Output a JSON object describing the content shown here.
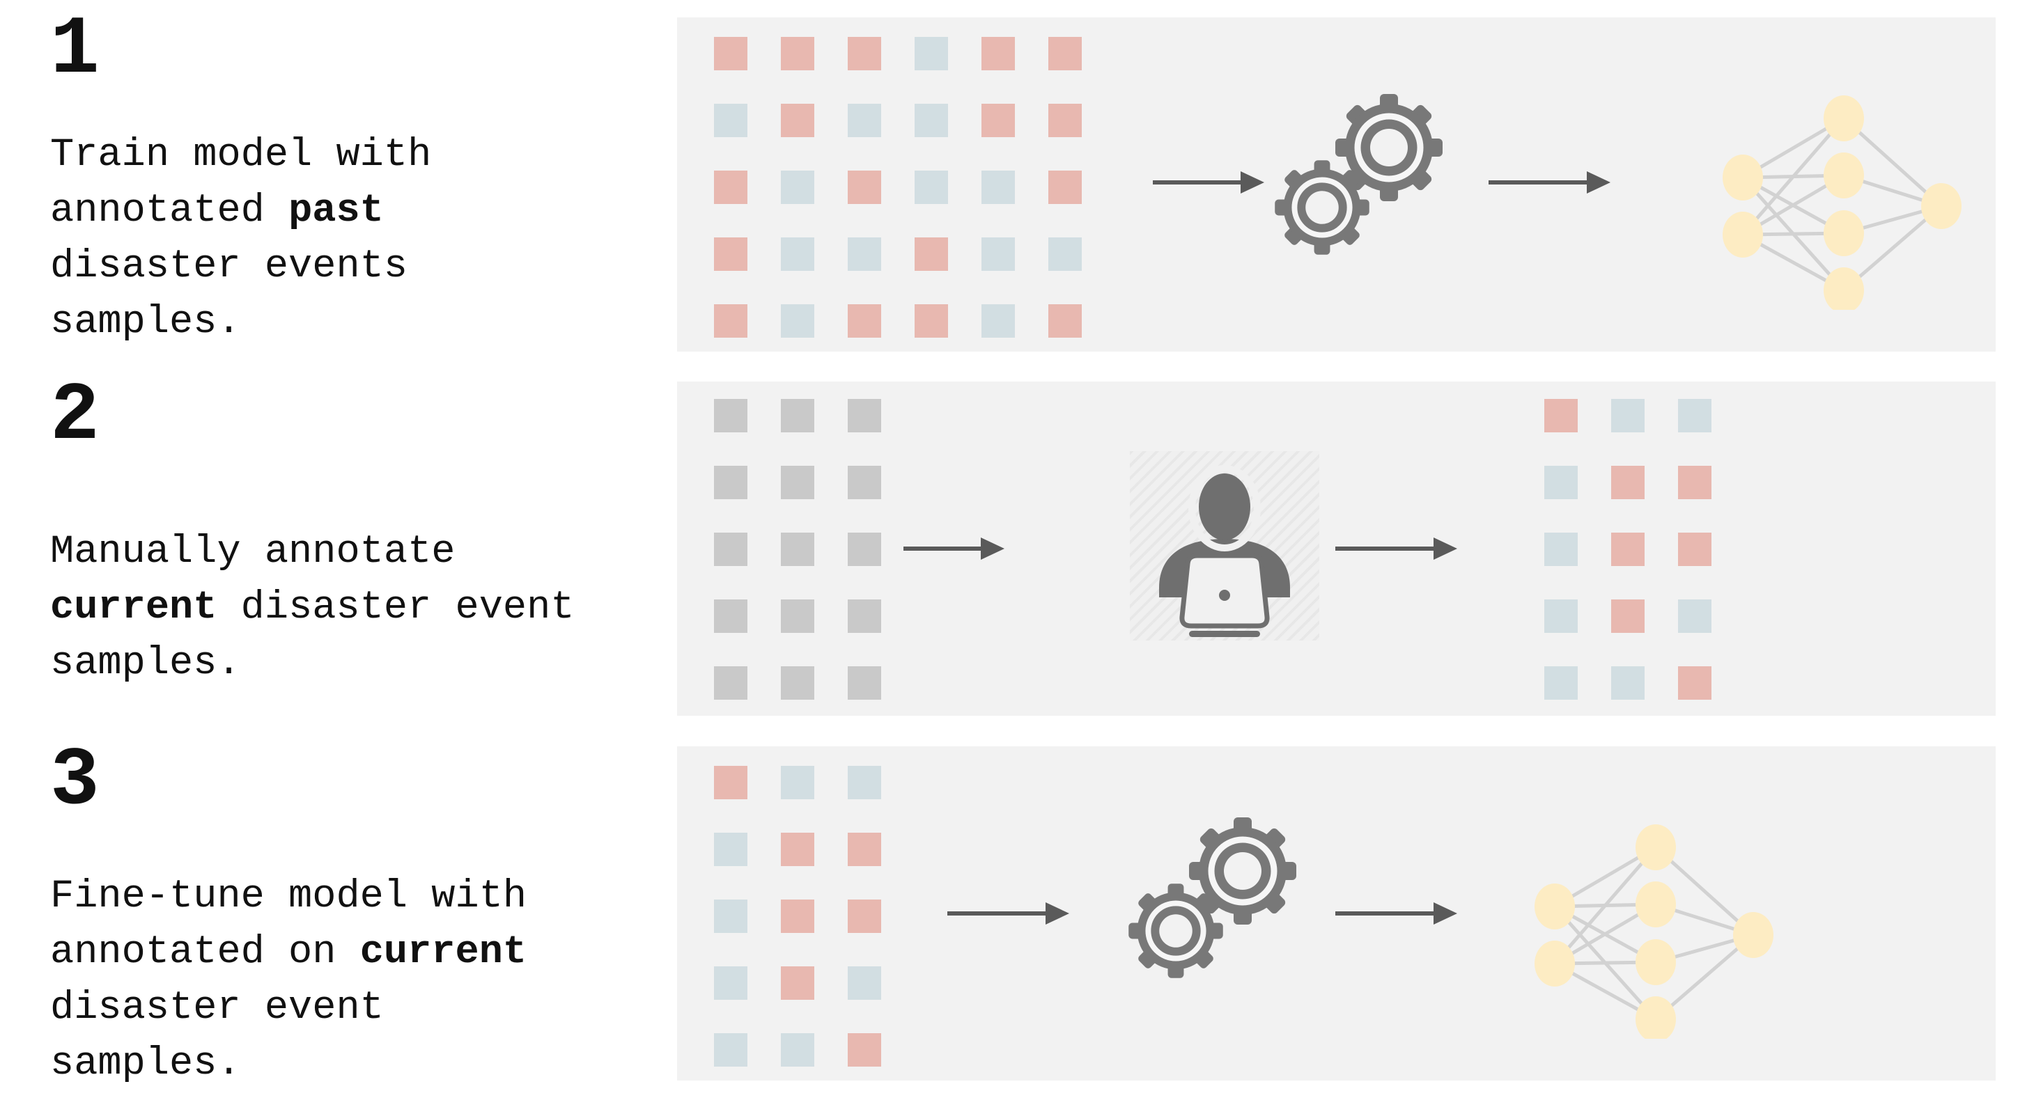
{
  "colors": {
    "red": "#e8b8b0",
    "blue": "#d2dee2",
    "gray": "#c9c9c9",
    "panel_bg": "#f2f2f2",
    "arrow": "#5a5a5a",
    "gear": "#787878",
    "person": "#6f6f6f",
    "node_fill": "#fdecc3",
    "edge": "#d2d2d2"
  },
  "steps": [
    {
      "number": "1",
      "lines": [
        [
          {
            "text": "Train model with",
            "bold": false
          }
        ],
        [
          {
            "text": "annotated ",
            "bold": false
          },
          {
            "text": "past",
            "bold": true
          }
        ],
        [
          {
            "text": "disaster events",
            "bold": false
          }
        ],
        [
          {
            "text": "samples.",
            "bold": false
          }
        ]
      ]
    },
    {
      "number": "2",
      "lines": [
        [
          {
            "text": "Manually annotate",
            "bold": false
          }
        ],
        [
          {
            "text": "current",
            "bold": true
          },
          {
            "text": " disaster event",
            "bold": false
          }
        ],
        [
          {
            "text": "samples.",
            "bold": false
          }
        ]
      ]
    },
    {
      "number": "3",
      "lines": [
        [
          {
            "text": "Fine-tune model with",
            "bold": false
          }
        ],
        [
          {
            "text": "annotated on ",
            "bold": false
          },
          {
            "text": "current",
            "bold": true
          }
        ],
        [
          {
            "text": "disaster event",
            "bold": false
          }
        ],
        [
          {
            "text": "samples.",
            "bold": false
          }
        ]
      ]
    }
  ],
  "panels": [
    {
      "icon": "gears",
      "input_grid": {
        "rows": [
          [
            "red",
            "red",
            "red",
            "blue",
            "red",
            "red"
          ],
          [
            "blue",
            "red",
            "blue",
            "blue",
            "red",
            "red"
          ],
          [
            "red",
            "blue",
            "red",
            "blue",
            "blue",
            "red"
          ],
          [
            "red",
            "blue",
            "blue",
            "red",
            "blue",
            "blue"
          ],
          [
            "red",
            "blue",
            "red",
            "red",
            "blue",
            "red"
          ]
        ]
      },
      "network": {
        "layers": [
          2,
          4,
          1
        ]
      }
    },
    {
      "icon": "person-laptop",
      "input_grid": {
        "rows": [
          [
            "gray",
            "gray",
            "gray"
          ],
          [
            "gray",
            "gray",
            "gray"
          ],
          [
            "gray",
            "gray",
            "gray"
          ],
          [
            "gray",
            "gray",
            "gray"
          ],
          [
            "gray",
            "gray",
            "gray"
          ]
        ]
      },
      "output_grid": {
        "rows": [
          [
            "red",
            "blue",
            "blue"
          ],
          [
            "blue",
            "red",
            "red"
          ],
          [
            "blue",
            "red",
            "red"
          ],
          [
            "blue",
            "red",
            "blue"
          ],
          [
            "blue",
            "blue",
            "red"
          ]
        ]
      }
    },
    {
      "icon": "gears",
      "input_grid": {
        "rows": [
          [
            "red",
            "blue",
            "blue"
          ],
          [
            "blue",
            "red",
            "red"
          ],
          [
            "blue",
            "red",
            "red"
          ],
          [
            "blue",
            "red",
            "blue"
          ],
          [
            "blue",
            "blue",
            "red"
          ]
        ]
      },
      "network": {
        "layers": [
          2,
          4,
          1
        ]
      }
    }
  ]
}
